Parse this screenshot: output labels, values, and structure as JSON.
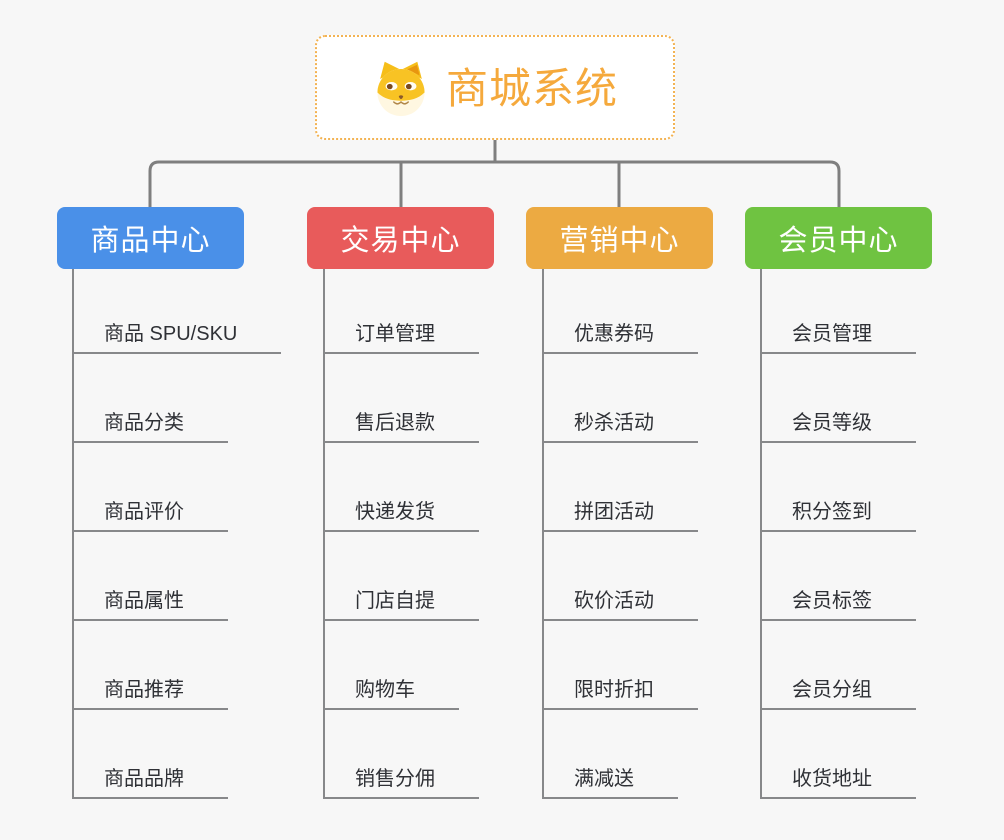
{
  "root": {
    "title": "商城系统",
    "icon": "doge-icon",
    "text_color": "#f5a93c",
    "border_color": "#f3b353"
  },
  "branches": [
    {
      "label": "商品中心",
      "color": "#4a90e8",
      "children": [
        "商品 SPU/SKU",
        "商品分类",
        "商品评价",
        "商品属性",
        "商品推荐",
        "商品品牌"
      ]
    },
    {
      "label": "交易中心",
      "color": "#e85b5b",
      "children": [
        "订单管理",
        "售后退款",
        "快递发货",
        "门店自提",
        "购物车",
        "销售分佣"
      ]
    },
    {
      "label": "营销中心",
      "color": "#ecaa42",
      "children": [
        "优惠券码",
        "秒杀活动",
        "拼团活动",
        "砍价活动",
        "限时折扣",
        "满减送"
      ]
    },
    {
      "label": "会员中心",
      "color": "#6fc341",
      "children": [
        "会员管理",
        "会员等级",
        "积分签到",
        "会员标签",
        "会员分组",
        "收货地址"
      ]
    }
  ],
  "colors": {
    "background": "#f7f7f7",
    "connector_line": "#7f7f7f",
    "leaf_line": "#87888a",
    "leaf_text": "#2f3136"
  }
}
